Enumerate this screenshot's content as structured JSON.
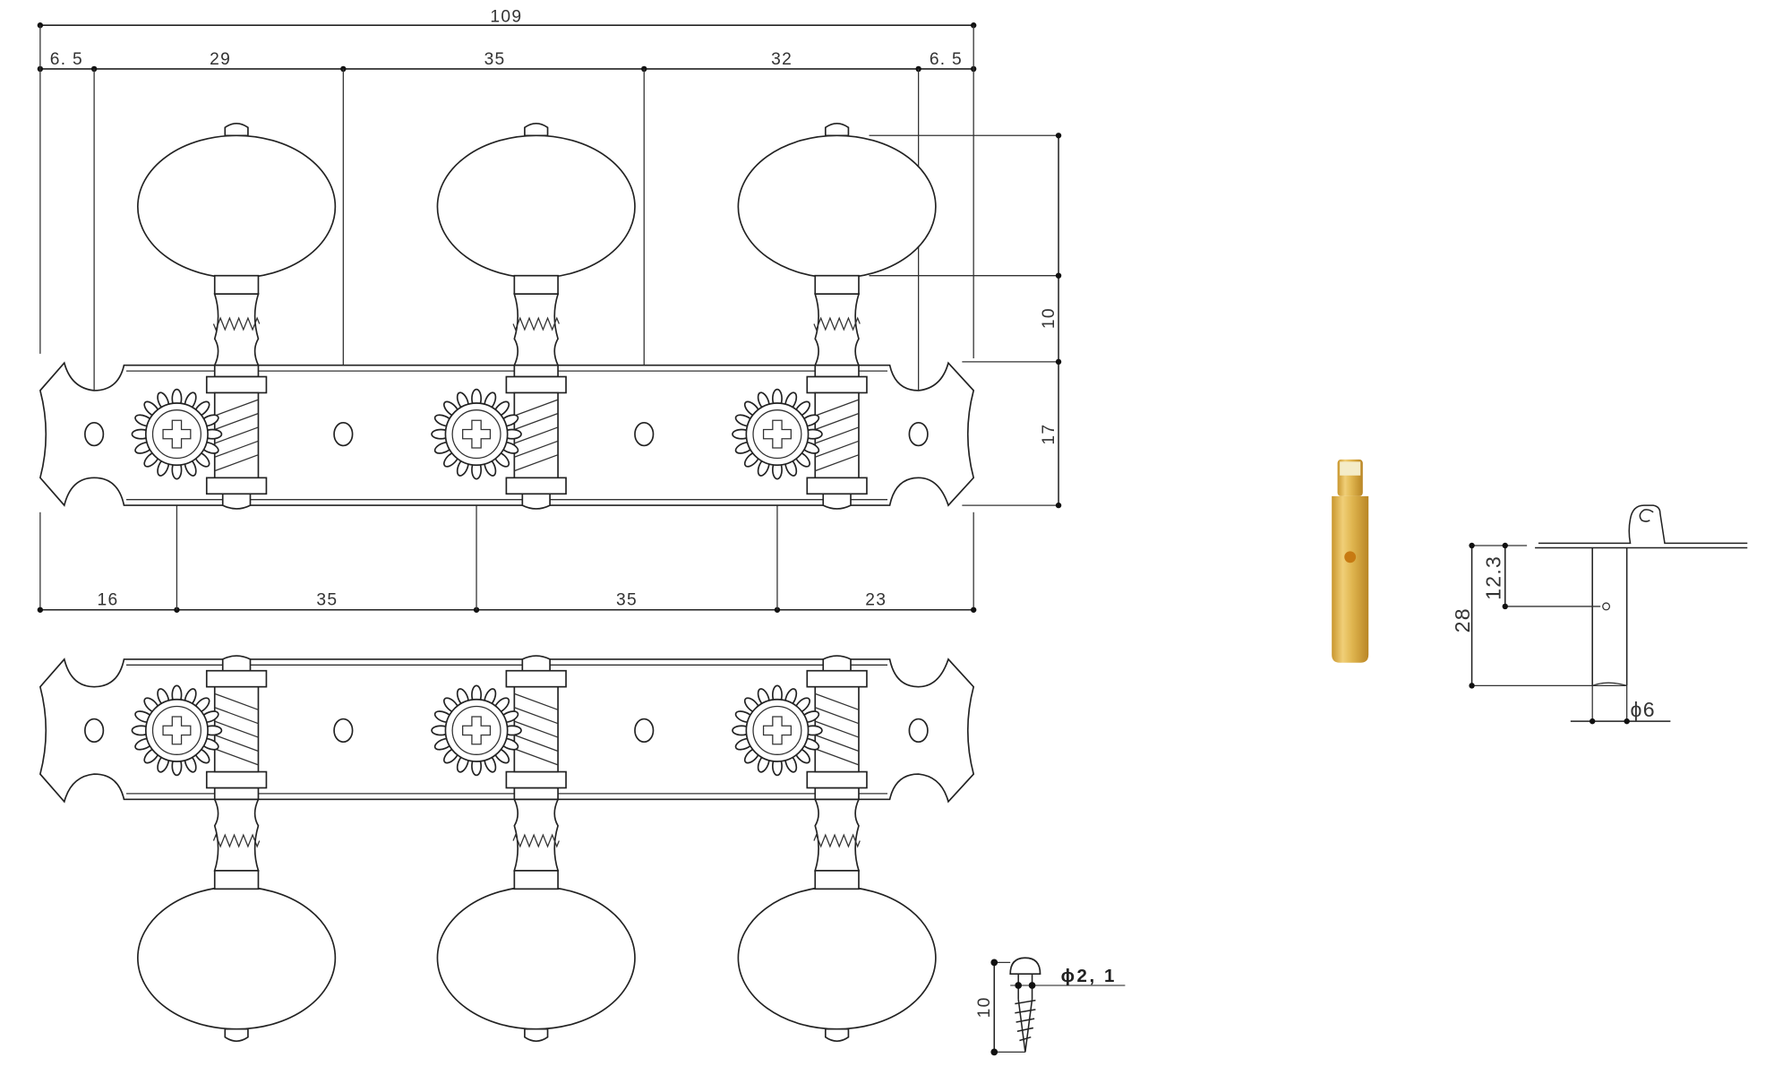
{
  "title": "Classical guitar tuner dimension drawing",
  "top_dims": {
    "overall": "109",
    "segments": [
      "6. 5",
      "29",
      "35",
      "32",
      "6. 5"
    ]
  },
  "bottom_dims": {
    "segments": [
      "16",
      "35",
      "35",
      "23"
    ]
  },
  "side_dims": {
    "knob_to_plate": "10",
    "plate_height": "17"
  },
  "screw": {
    "length": "10",
    "diameter": "ϕ2, 1"
  },
  "roller": {
    "length": "28",
    "hole_position": "12.3",
    "diameter": "ϕ6"
  },
  "colors": {
    "line": "#222222",
    "roller_gold": "#d9ad45",
    "roller_hole": "#c77a12"
  }
}
